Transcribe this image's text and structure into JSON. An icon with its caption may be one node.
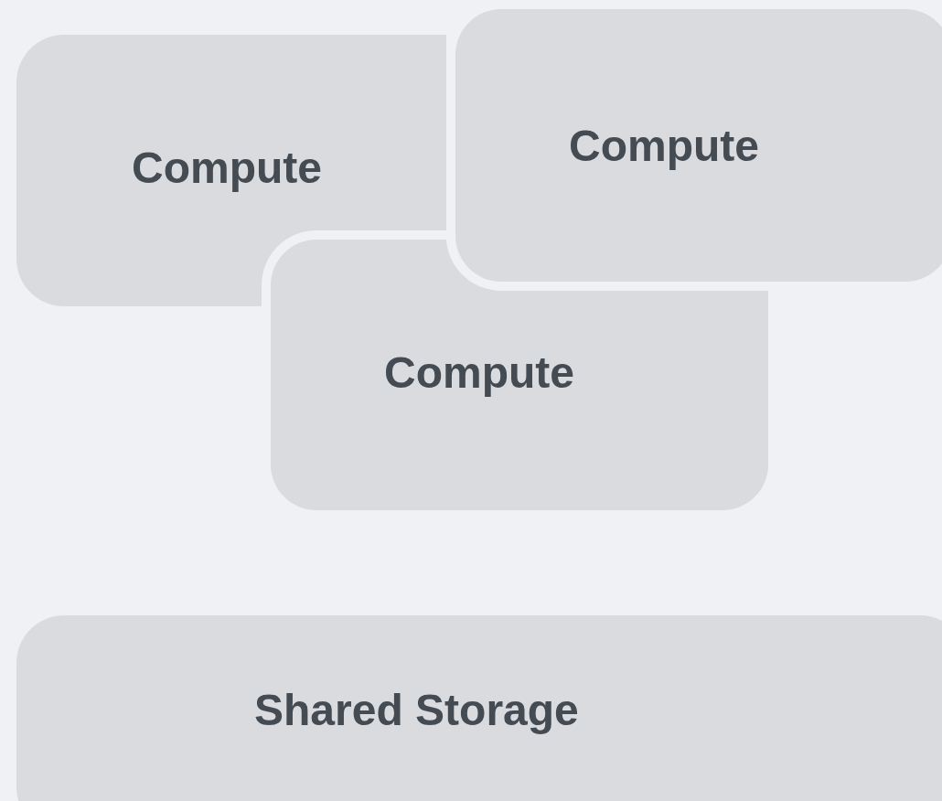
{
  "diagram": {
    "nodes": [
      {
        "text": [
          "Compute"
        ]
      },
      {
        "text": [
          "Compute"
        ]
      },
      {
        "text": [
          "Compute"
        ]
      },
      {
        "text": [
          "Shared Storage"
        ]
      }
    ]
  }
}
